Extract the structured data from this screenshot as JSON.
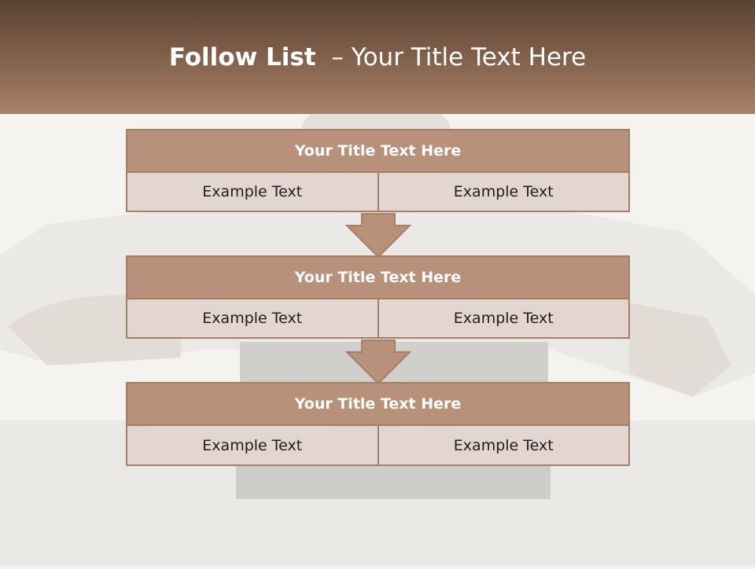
{
  "title": {
    "bold": "Follow List",
    "rest": "  – Your Title Text Here"
  },
  "steps": [
    {
      "title": "Your Title Text Here",
      "left": "Example Text",
      "right": "Example Text"
    },
    {
      "title": "Your Title Text Here",
      "left": "Example Text",
      "right": "Example Text"
    },
    {
      "title": "Your Title Text Here",
      "left": "Example Text",
      "right": "Example Text"
    }
  ],
  "colors": {
    "header_top": "#5a4232",
    "header_bottom": "#a98169",
    "block_title": "#b8917a",
    "block_cell": "#e3d5cf",
    "border": "#a57e67"
  }
}
